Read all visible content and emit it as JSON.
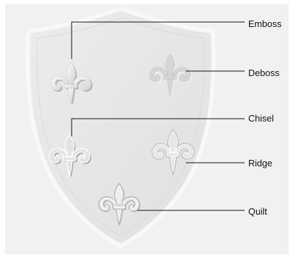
{
  "labels": {
    "emboss": "Emboss",
    "deboss": "Deboss",
    "chisel": "Chisel",
    "ridge": "Ridge",
    "quilt": "Quilt"
  },
  "colors": {
    "background_panel": "#f1f1f1",
    "shield_fill": "#e6e6e6",
    "shield_rim": "#f7f7f7",
    "ornament_fill": "#e9e9e9",
    "ornament_shadow": "#b9b9b9",
    "callout_line": "#111111"
  },
  "icons": {
    "shield": "shield-icon",
    "ornament": "fleur-de-lis-icon"
  }
}
